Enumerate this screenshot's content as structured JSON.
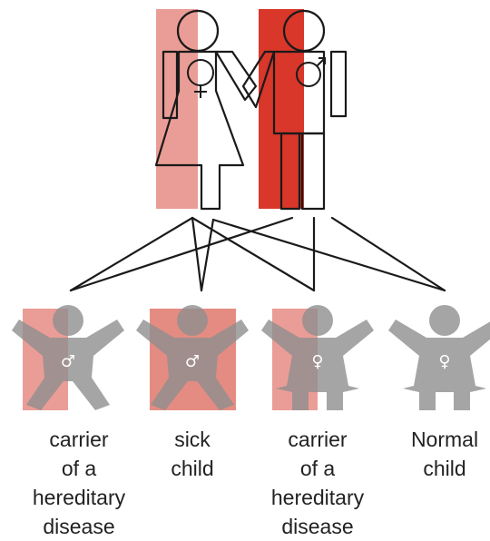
{
  "colors": {
    "carrier_shade": "#ea9d96",
    "affected_shade": "#d8372a",
    "sick_child_shade": "#e58c82",
    "outline": "#1a1a1a",
    "child_figure": "#8f8f8f",
    "caption_text": "#222222"
  },
  "parents": [
    {
      "role": "mother",
      "status": "carrier",
      "symbol": "female-symbol-icon",
      "glyph": "♀"
    },
    {
      "role": "father",
      "status": "affected",
      "symbol": "male-symbol-icon",
      "glyph": "♂"
    }
  ],
  "children": [
    {
      "sex": "male",
      "status": "carrier",
      "glyph": "♂",
      "caption": [
        "carrier",
        "of a",
        "hereditary",
        "disease"
      ]
    },
    {
      "sex": "male",
      "status": "affected",
      "glyph": "♂",
      "caption": [
        "sick",
        "child"
      ]
    },
    {
      "sex": "female",
      "status": "carrier",
      "glyph": "♀",
      "caption": [
        "carrier",
        "of a",
        "hereditary",
        "disease"
      ]
    },
    {
      "sex": "female",
      "status": "normal",
      "glyph": "♀",
      "caption": [
        "Normal",
        "child"
      ]
    }
  ]
}
